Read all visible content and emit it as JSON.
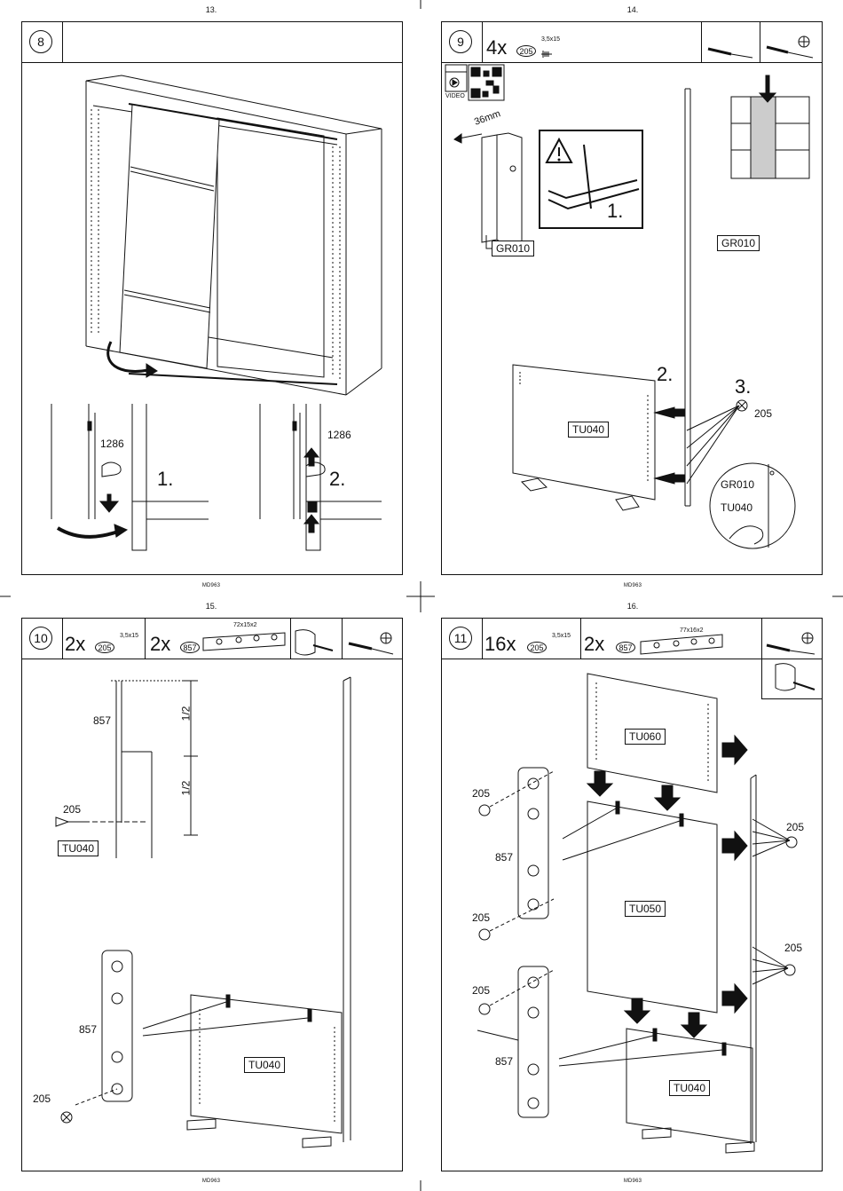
{
  "pages": [
    {
      "number": "13.",
      "footer": "MD963",
      "step": "8"
    },
    {
      "number": "14.",
      "footer": "MD963",
      "step": "9"
    },
    {
      "number": "15.",
      "footer": "MD963",
      "step": "10"
    },
    {
      "number": "16.",
      "footer": "MD963",
      "step": "11"
    }
  ],
  "step8": {
    "dims": [
      "1286",
      "1286"
    ],
    "substeps": [
      "1.",
      "2."
    ]
  },
  "step9": {
    "hardware": {
      "qty": "4x",
      "part": "205",
      "spec": "3,5x15"
    },
    "video_label": "VIDEO",
    "depth": "36mm",
    "labels": {
      "rail_left": "GR010",
      "rail_right": "GR010",
      "board": "TU040",
      "detail_top": "GR010",
      "detail_bottom": "TU040"
    },
    "substeps": [
      "1.",
      "2.",
      "3."
    ],
    "screw": "205"
  },
  "step10": {
    "hardware": [
      {
        "qty": "2x",
        "part": "205",
        "spec": "3,5x15"
      },
      {
        "qty": "2x",
        "part": "857",
        "spec": "72x15x2"
      }
    ],
    "fractions": [
      "1/2",
      "1/2"
    ],
    "labels": {
      "p857_top": "857",
      "screw_top": "205",
      "board_top": "TU040",
      "p857_bottom": "857",
      "screw_bottom": "205",
      "board_bottom": "TU040"
    }
  },
  "step11": {
    "hardware": [
      {
        "qty": "16x",
        "part": "205",
        "spec": "3,5x15"
      },
      {
        "qty": "2x",
        "part": "857",
        "spec": "77x16x2"
      }
    ],
    "labels": {
      "top": "TU060",
      "middle": "TU050",
      "bottom": "TU040"
    },
    "left_labels": [
      "205",
      "857",
      "205",
      "205",
      "857"
    ],
    "right_labels": [
      "205",
      "205"
    ]
  }
}
